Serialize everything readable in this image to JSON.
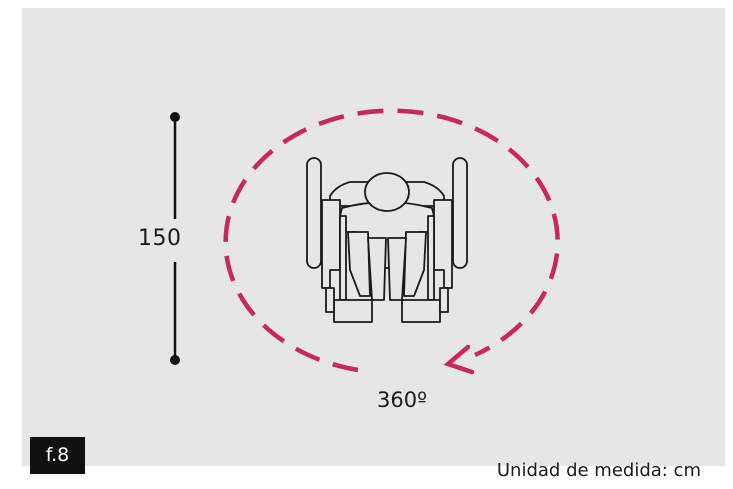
{
  "diagram": {
    "dimension_label": "150",
    "rotation_label": "360º",
    "figure_tag": "f.8",
    "unit_note": "Unidad de medida: cm",
    "turn_circle_color": "#c8285a",
    "line_color": "#111111",
    "figure": "wheelchair-user-top-view"
  }
}
